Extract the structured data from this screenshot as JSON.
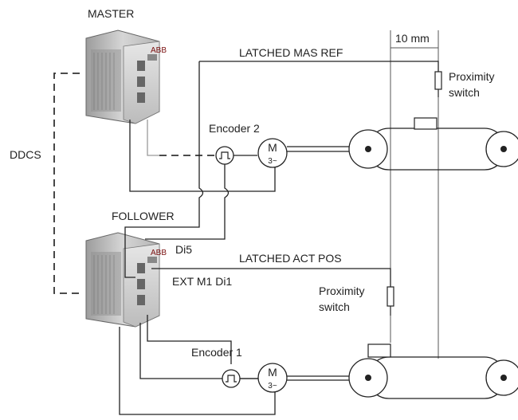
{
  "labels": {
    "master": "MASTER",
    "follower": "FOLLOWER",
    "ddcs": "DDCS",
    "latched_mas_ref": "LATCHED MAS REF",
    "latched_act_pos": "LATCHED ACT POS",
    "ten_mm": "10 mm",
    "prox_top_line1": "Proximity",
    "prox_top_line2": "switch",
    "prox_bottom_line1": "Proximity",
    "prox_bottom_line2": "switch",
    "encoder2": "Encoder 2",
    "encoder1": "Encoder 1",
    "di5": "Di5",
    "ext_m1_di1": "EXT M1 Di1",
    "motor_top_m": "M",
    "motor_top_phase": "3~",
    "motor_bottom_m": "M",
    "motor_bottom_phase": "3~"
  },
  "colors": {
    "wire": "#222222",
    "drive_body": "#bdbdbd",
    "drive_dark": "#7a7a7a"
  }
}
